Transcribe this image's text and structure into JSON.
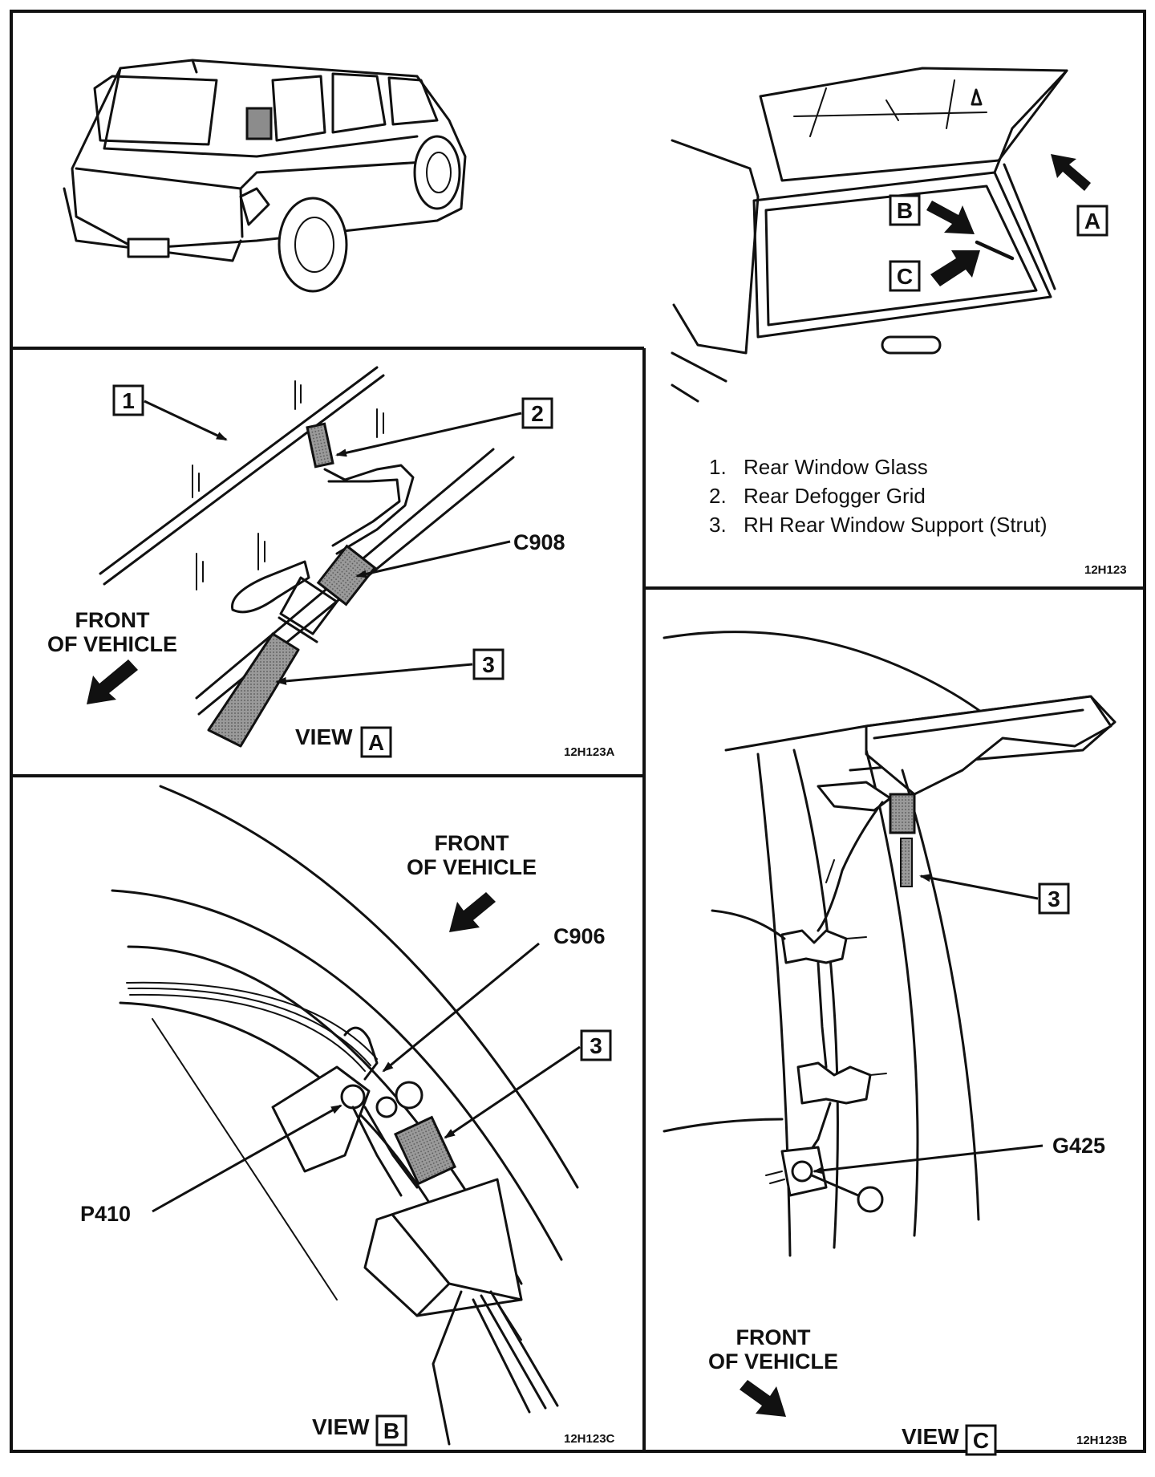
{
  "panels": {
    "view_a": {
      "callouts": [
        "1",
        "2",
        "3"
      ],
      "connector": "C908",
      "front_line1": "FRONT",
      "front_line2": "OF VEHICLE",
      "view_word": "VIEW",
      "view_letter": "A",
      "code": "12H123A"
    },
    "overview": {
      "view_letters": [
        "B",
        "C",
        "A"
      ],
      "legend": [
        {
          "num": "1.",
          "text": "Rear Window Glass"
        },
        {
          "num": "2.",
          "text": "Rear Defogger Grid"
        },
        {
          "num": "3.",
          "text": "RH  Rear Window Support (Strut)"
        }
      ],
      "code": "12H123"
    },
    "view_b": {
      "front_line1": "FRONT",
      "front_line2": "OF VEHICLE",
      "connector": "C906",
      "callout": "3",
      "splice": "P410",
      "view_word": "VIEW",
      "view_letter": "B",
      "code": "12H123C"
    },
    "view_c": {
      "callout": "3",
      "ground": "G425",
      "front_line1": "FRONT",
      "front_line2": "OF VEHICLE",
      "view_word": "VIEW",
      "view_letter": "C",
      "code": "12H123B"
    }
  }
}
